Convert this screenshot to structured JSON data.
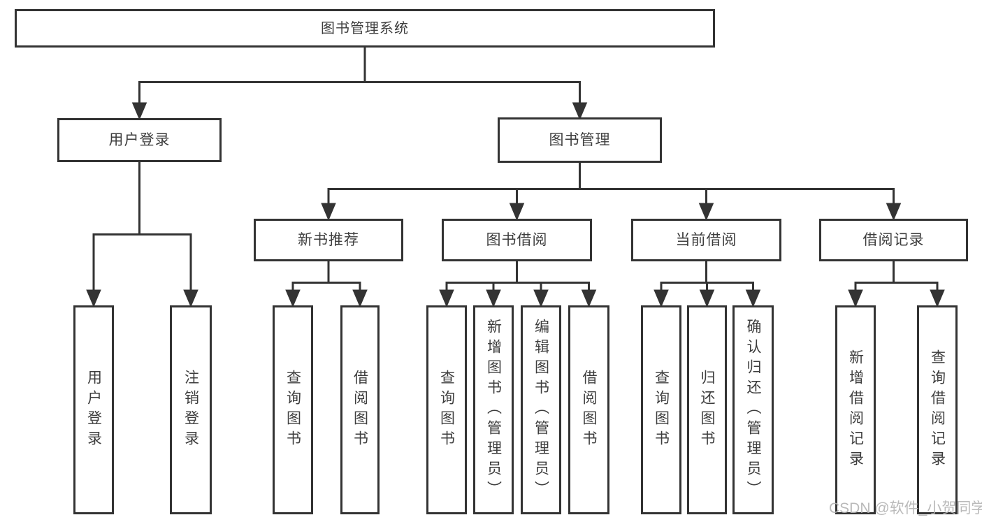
{
  "tree": {
    "root": {
      "label": "图书管理系统"
    },
    "branches": [
      {
        "label": "用户登录",
        "children": [
          {
            "label": "用户登录"
          },
          {
            "label": "注销登录"
          }
        ]
      },
      {
        "label": "图书管理",
        "children": [
          {
            "label": "新书推荐",
            "children": [
              {
                "label": "查询图书"
              },
              {
                "label": "借阅图书"
              }
            ]
          },
          {
            "label": "图书借阅",
            "children": [
              {
                "label": "查询图书"
              },
              {
                "label": "新增图书（管理员）"
              },
              {
                "label": "编辑图书（管理员）"
              },
              {
                "label": "借阅图书"
              }
            ]
          },
          {
            "label": "当前借阅",
            "children": [
              {
                "label": "查询图书"
              },
              {
                "label": "归还图书"
              },
              {
                "label": "确认归还（管理员）"
              }
            ]
          },
          {
            "label": "借阅记录",
            "children": [
              {
                "label": "新增借阅记录"
              },
              {
                "label": "查询借阅记录"
              }
            ]
          }
        ]
      }
    ]
  },
  "watermark": "CSDN @软件_小贺同学",
  "colors": {
    "line": "#333333",
    "text": "#3d3d3d",
    "watermark": "#b3b3b3"
  }
}
